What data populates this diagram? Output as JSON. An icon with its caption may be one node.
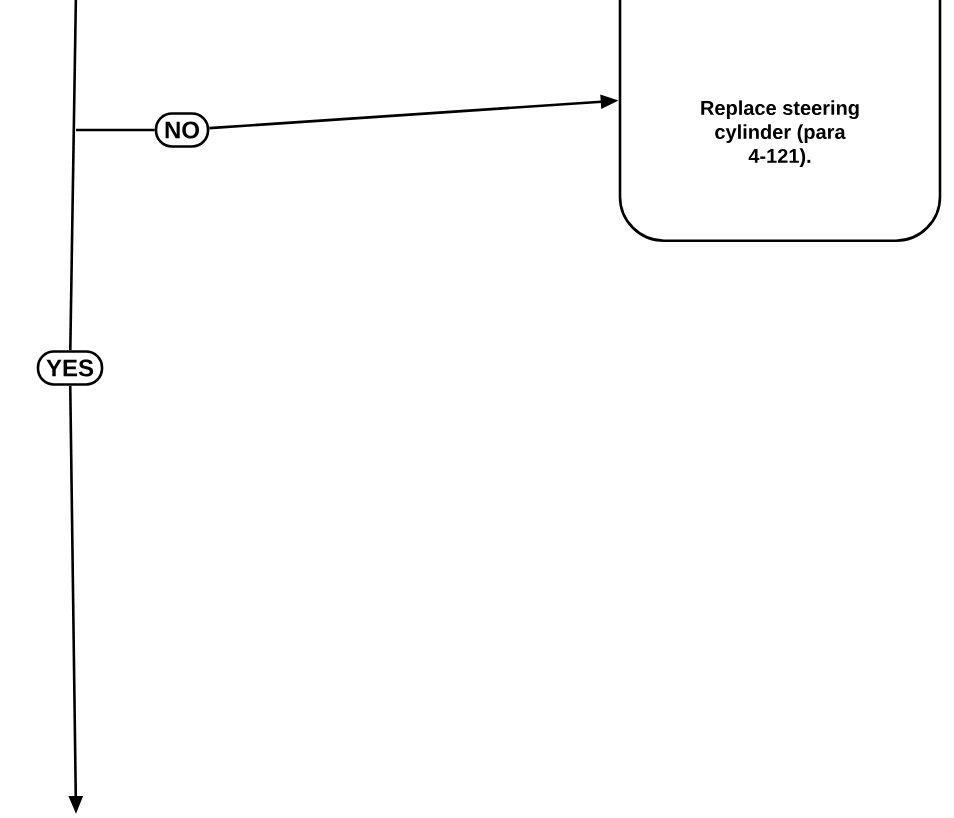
{
  "diagram": {
    "nodes": [
      {
        "text": [
          "Replace steering cylinder (para 4-121)."
        ]
      },
      {
        "text": [
          "NO"
        ]
      },
      {
        "text": [
          "YES"
        ]
      }
    ],
    "edges": [
      {
        "from": null,
        "to": 1,
        "arrow": "none"
      },
      {
        "from": 1,
        "to": 0,
        "arrow": "to"
      },
      {
        "from": null,
        "to": 2,
        "arrow": "none"
      },
      {
        "from": 2,
        "to": null,
        "arrow": "to"
      }
    ]
  }
}
